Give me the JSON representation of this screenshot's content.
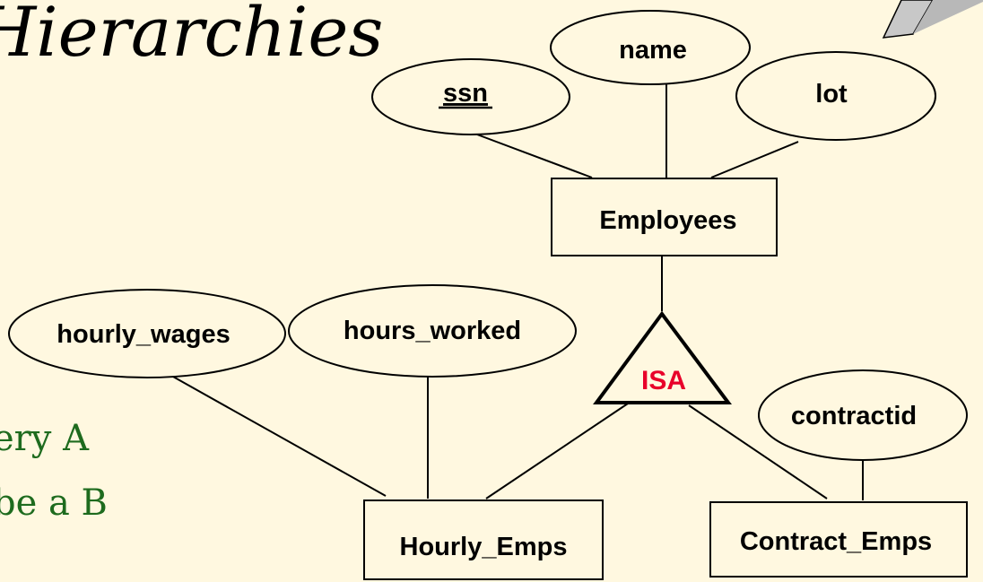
{
  "slide": {
    "title_fragment": "Hierarchies",
    "bullet_fragments": [
      "ery A",
      "be a B"
    ],
    "colors": {
      "background": "#FFF8E0",
      "ink": "#000000",
      "bullet_text": "#1E6B1E",
      "isa_label": "#E8002A",
      "cube_face": "#C8C8C8"
    }
  },
  "diagram": {
    "entities": {
      "employees": "Employees",
      "hourly_emps": "Hourly_Emps",
      "contract_emps": "Contract_Emps"
    },
    "attributes": {
      "ssn": "ssn",
      "name": "name",
      "lot": "lot",
      "hourly_wages": "hourly_wages",
      "hours_worked": "hours_worked",
      "contractid": "contractid"
    },
    "isa_label": "ISA"
  }
}
